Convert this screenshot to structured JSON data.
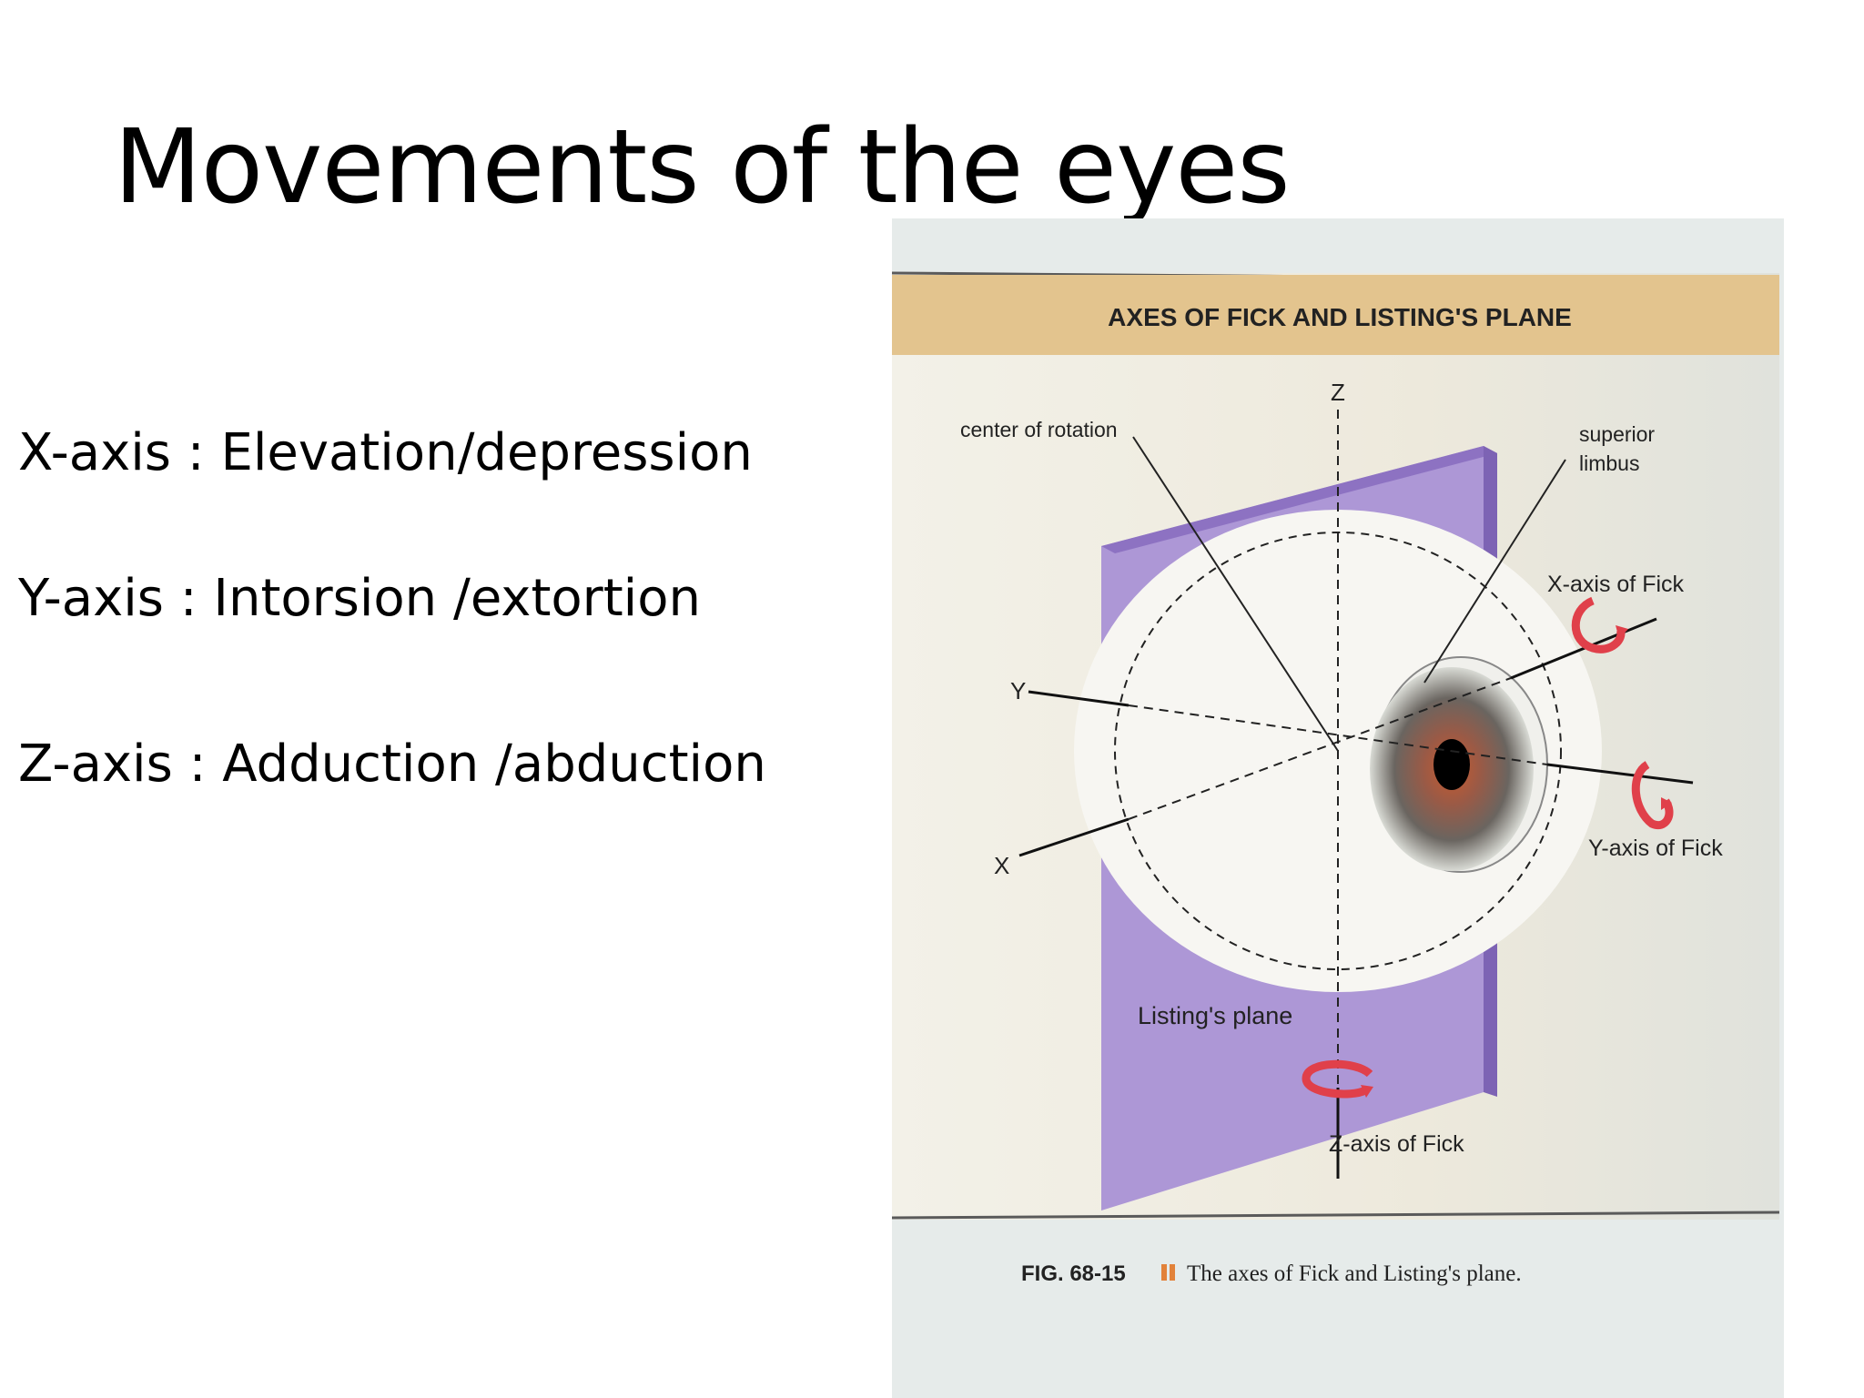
{
  "slide": {
    "title": "Movements of the eyes",
    "axes": [
      "X-axis : Elevation/depression",
      "Y-axis : Intorsion /extortion",
      "Z-axis : Adduction /abduction"
    ]
  },
  "figure": {
    "banner_title": "AXES OF FICK AND LISTING'S PLANE",
    "labels": {
      "z": "Z",
      "y": "Y",
      "x": "X",
      "center_of_rotation": "center of rotation",
      "superior_limbus_1": "superior",
      "superior_limbus_2": "limbus",
      "x_axis_of_fick": "X-axis of Fick",
      "y_axis_of_fick": "Y-axis of Fick",
      "z_axis_of_fick": "Z-axis of Fick",
      "listings_plane": "Listing's plane"
    },
    "caption_id": "FIG. 68-15",
    "caption_text": "The axes of Fick and Listing's plane.",
    "colors": {
      "banner": "#e3c48e",
      "plane_face": "#ad97d6",
      "plane_edge": "#8d72c2",
      "arrow": "#e0404a",
      "page": "#e9ece9"
    }
  }
}
